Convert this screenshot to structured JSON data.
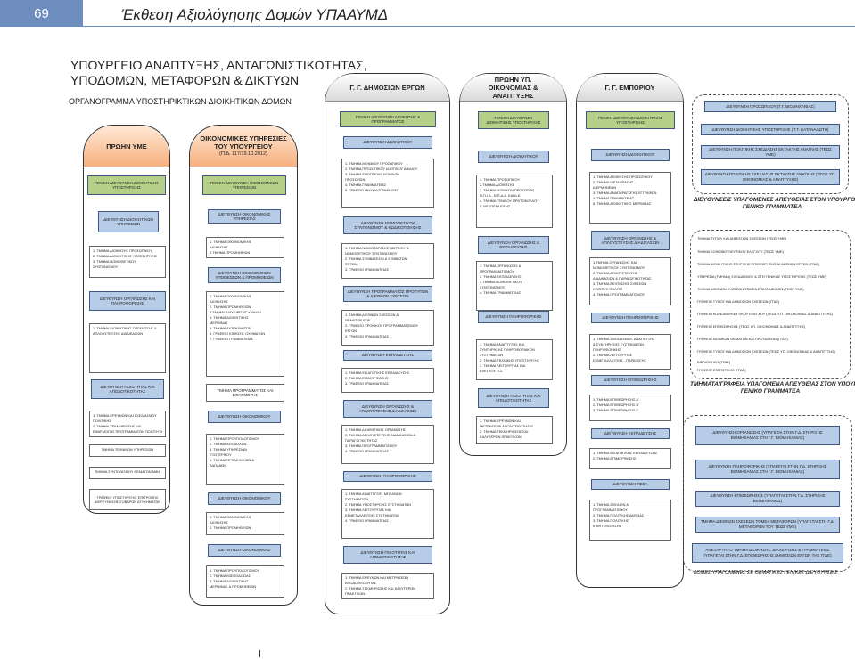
{
  "header": {
    "page_number": "69",
    "document_title": "Έκθεση Αξιολόγησης Δομών ΥΠΑΑΥΜΔ"
  },
  "ministry_title": [
    "ΥΠΟΥΡΓΕΙΟ ΑΝΑΠΤΥΞΗΣ, ΑΝΤΑΓΩΝΙΣΤΙΚΟΤΗΤΑΣ,",
    "ΥΠΟΔΟΜΩΝ, ΜΕΤΑΦΟΡΩΝ & ΔΙΚΤΥΩΝ"
  ],
  "chart_subtitle": "ΟΡΓΑΝΟΓΡΑΜΜΑ ΥΠΟΣΤΗΡΙΚΤΙΚΩΝ ΔΙΟΙΚΗΤΙΚΩΝ ΔΟΜΩΝ",
  "columns": {
    "col1": {
      "title": "ΠΡΩΗΝ ΥΜΕ",
      "gd": "ΓΕΝΙΚΗ ΔΙΕΥΘΥΝΣΗ ΔΙΟΙΚΗΤΙΚΗΣ ΥΠΟΣΤΗΡΙΞΗΣ",
      "d1": "ΔΙΕΥΘΥΝΣΗ ΔΙΟΙΚΗΤΙΚΩΝ ΥΠΗΡΕΣΙΩΝ",
      "d1_items": [
        "1. ΤΜΗΜΑ ΔΙΟΙΚΗΣΗΣ ΠΡΟΣΩΠΙΚΟΥ",
        "2. ΤΜΗΜΑ ΔΙΟΙΚΗΤΙΚΗΣ ΥΠΟΣΤΗΡΙΞΗΣ",
        "3. ΤΜΗΜΑ ΝΟΜΟΘΕΤΙΚΟΥ",
        "ΣΥΝΤΟΝΙΣΜΟΥ"
      ],
      "d2": "ΔΙΕΥΘΥΝΣΗ ΟΡΓΑΝΩΣΗΣ ΚΑΙ ΠΛΗΡΟΦΟΡΙΚΗΣ",
      "d2_items": [
        "1. ΤΜΗΜΑ ΔΙΟΙΚΗΤΙΚΗΣ ΟΡΓΑΝΩΣΗΣ &",
        "ΑΠΛΟΥΣΤΕΥΣΗΣ ΔΙΑΔΙΚΑΣΙΩΝ"
      ],
      "d3": "ΔΙΕΥΘΥΝΣΗ ΠΟΙΟΤΗΤΑΣ ΚΑΙ ΑΠΟΔΟΤΙΚΟΤΗΤΑΣ",
      "d3_items": [
        "1. ΤΜΗΜΑ ΕΡΕΥΝΩΝ ΚΑΙ ΣΧΕΔΙΑΣΜΟΥ",
        "ΠΟΛΙΤΙΚΗΣ",
        "2. ΤΜΗΜΑ ΤΕΚΜΗΡΙΩΣΗΣ ΚΑΙ",
        "ΕΦΑΡΜΟΓΗΣ ΠΡΟΓΡΑΜΜΑΤΩΝ ΠΟΙΟΤΗΤΑΣ"
      ],
      "u1": "ΤΜΗΜΑ ΤΕΧΝΙΚΩΝ ΥΠΗΡΕΣΙΩΝ",
      "u2": "ΤΜΗΜΑ ΣΥΝΤΟΝΙΣΜΟΥ ΘΕΜΑΤΩΝ ΑΜΙΑ",
      "u3": "ΓΡΑΦΕΙΟ ΥΠΟΣΤΗΡΙΞΗΣ ΕΠΙΤΡΟΠΗΣ ΔΙΕΡΕΥΝΗΣΗΣ ΣΟΒΑΡΩΝ ΑΤΥΧΗΜΑΤΩΝ"
    },
    "col2": {
      "title": "ΟΙΚΟΝΟΜΙΚΕΣ ΥΠΗΡΕΣΙΕΣ ΤΟΥ ΥΠΟΥΡΓΕΙΟΥ",
      "title_sub": "(Π.Δ. 117/19.10.2012)",
      "gd": "ΓΕΝΙΚΗ ΔΙΕΥΘΥΝΣΗ ΟΙΚΟΝΟΜΙΚΩΝ ΥΠΗΡΕΣΙΩΝ",
      "d1": "ΔΙΕΥΘΥΝΣΗ ΟΙΚΟΝΟΜΙΚΗΣ ΥΠΗΡΕΣΙΑΣ",
      "d1_items": [
        "1. ΤΜΗΜΑ ΟΙΚΟΝΟΜΙΚΗΣ",
        "ΔΙΟΙΚΗΣΗΣ",
        "2.ΤΜΗΜΑ ΠΡΟΜΗΘΕΙΩΝ"
      ],
      "d2": "ΔΙΕΥΘΥΝΣΗ ΟΙΚΟΝΟΜΙΚΩΝ ΥΠΟΘΕΣΕΩΝ & ΠΡΟΜΗΘΕΙΩΝ",
      "d2_items": [
        "1. ΤΜΗΜΑ ΟΙΚΟΝΟΜΙΚΗΣ",
        "ΔΙΟΙΚΗΣΗΣ",
        "2. ΤΜΗΜΑ ΠΡΟΜΗΘΕΙΩΝ",
        "3.ΤΜΗΜΑ ΔΙΑΧΕΙΡΙΣΗΣ ΧΛΙΚΩΝ",
        "4. ΤΜΗΜΑ ΔΙΟΙΚΗΤΙΚΗΣ",
        "ΜΕΡΙΜΝΑΣ",
        "5. ΤΜΗΜΑ ΑΥΤΟΚΙΝΗΤΩΝ",
        "6. ΓΡΑΦΕΙΟ ΚΙΝΗΣΗΣ ΟΧΗΜΑΤΩΝ",
        "7. ΓΡΑΦΕΙΟ ΓΡΑΜΜΑΤΕΙΑΣ"
      ],
      "u1": "ΤΜΗΜΑ ΠΡΟΓΡΑΜΜΑΤΟΣ ΚΑΙ ΕΦΑΡΜΟΓΗΣ",
      "d3": "ΔΙΕΥΘΥΝΣΗ ΟΙΚΟΝΟΜΙΚΟΥ",
      "d3_items": [
        "1. ΤΜΗΜΑ ΠΡΟΥΠΟΛΟΓΙΣΜΟΥ",
        "2. ΤΜΗΜΑ ΑΠΟΔΟΧΩΝ",
        "3. ΤΜΗΜΑ ΥΠΗΡΕΣΙΩΝ",
        "ΕΞΩΤΕΡΙΚΟΥ",
        "4. ΤΜΗΜΑ ΠΡΟΜΗΘΕΙΩΝ &",
        "ΔΑΠΑΝΩΝ"
      ],
      "d4": "ΔΙΕΥΘΥΝΣΗ ΟΙΚΟΝΟΜΙΚΟΥ",
      "d4_items": [
        "1. ΤΜΗΜΑ ΟΙΚΟΝΟΜΙΚΗΣ",
        "ΔΙΟΙΚΗΣΗΣ",
        "2. ΤΜΗΜΑ ΠΡΟΜΗΘΕΙΩΝ"
      ],
      "d5": "ΔΙΕΥΘΥΝΣΗ ΟΙΚΟΝΟΜΙΚΗΣ",
      "d5_items": [
        "1. ΤΜΗΜΑ ΠΡΟΥΠΟΛΟΓΙΣΜΟΥ",
        "2. ΤΜΗΜΑ ΜΙΣΘΟΔΟΣΙΑΣ",
        "3. ΤΜΗΜΑ ΔΙΟΙΚΗΤΙΚΗΣ",
        "ΜΕΡΙΜΝΑΣ & ΠΡΟΜΗΘΕΙΩΝ"
      ]
    },
    "col3": {
      "title": "Γ. Γ. ΔΗΜΟΣΙΩΝ ΕΡΓΩΝ",
      "gd": "ΓΕΝΙΚΗ ΔΙΕΥΘΥΝΣΗ ΔΙΟΙΚΗΣΗΣ & ΠΡΟΓΡΑΜΜΑΤΟΣ",
      "d1": "ΔΙΕΥΘΥΝΣΗ ΔΙΟΙΚΗΤΙΚΟΥ",
      "d1_items": [
        "1. ΤΜΗΜΑ ΜΟΝΙΜΟΥ ΠΡΟΣΩΠΙΚΟΥ",
        "2. ΤΜΗΜΑ ΠΡΟΣΩΠΙΚΟΥ ΙΔΙΩΤΙΚΟΥ ΔΙΚΑΙΟΥ",
        "3. ΤΜΗΜΑ ΕΠΟΠΤΕΙΑΣ ΝΟΜΙΚΩΝ",
        "ΠΡΟΣΩΠΩΝ",
        "4. ΤΜΗΜΑ ΓΡΑΜΜΑΤΕΙΑΣ",
        "5. ΓΡΑΦΕΙΟ ΜΗΧΑΝΟΓΡΑΦΗΣΗΣ"
      ],
      "d2": "ΔΙΕΥΘΥΝΣΗ ΝΟΜΟΘΕΤΙΚΟΥ ΣΥΝΤΟΝΙΣΜΟΥ & ΚΩΔΙΚΟΠΟΙΗΣΗΣ",
      "d2_items": [
        "1. ΤΜΗΜΑ ΝΟΜΟΠΑΡΑΣΚΕΥΑΣΤΙΚΟΥ &",
        "ΝΟΜΟΘΕΤΙΚΟΥ ΣΥΝΤΟΝΙΣΜΟΥ",
        "2. ΤΜΗΜΑ ΣΥΜΒΑΣΕΩΝ & ΣΥΜΒΑΤΩΝ",
        "ΈΡΓΩΝ",
        "3. ΓΡΑΦΕΙΟ ΓΡΑΜΜΑΤΕΙΑΣ"
      ],
      "d3": "ΔΙΕΥΘΥΝΣΗ ΠΡΟΓΡΑΜΜΑΤΟΣ ΠΡΟΤΥΠΩΝ & ΔΙΕΘΝΩΝ ΣΧΕΣΕΩΝ",
      "d3_items": [
        "1. ΤΜΗΜΑ ΔΙΕΘΝΩΝ ΣΧΕΣΕΩΝ &",
        "ΘΕΜΑΤΩΝ ΕΟΚ",
        "2. ΓΡΑΦΕΙΟ ΧΡΟΝΙΚΟΥ ΠΡΟΓΡΑΜΜΑΤΙΣΜΟΥ",
        "ΕΡΓΩΝ",
        "3. ΓΡΑΦΕΙΟ ΓΡΑΜΜΑΤΕΙΑΣ"
      ],
      "d4": "ΔΙΕΥΘΥΝΣΗ ΕΚΠΑΙΔΕΥΣΗΣ",
      "d4_items": [
        "1. ΤΜΗΜΑ ΕΙΣΑΓΩΓΙΚΗΣ ΕΚΠΑΙΔΕΥΣΗΣ",
        "2. ΤΜΗΜΑ ΕΠΙΜΟΡΦΩΣΗΣ",
        "3. ΓΡΑΦΕΙΟ ΓΡΑΜΜΑΤΕΙΑΣ"
      ],
      "d5": "ΔΙΕΥΘΥΝΣΗ ΟΡΓΑΝΩΣΗΣ & ΑΠΛΟΥΣΤΕΥΣΗΣ ΔΙΑΔΙΚΑΣΙΩΝ",
      "d5_items": [
        "1. ΤΜΗΜΑ ΔΙΟΙΚΗΤΙΚΗΣ ΟΡΓΑΝΩΣΗΣ",
        "2. ΤΜΗΜΑ ΑΠΛΟΥΣΤΕΥΣΗΣ ΔΙΑΔΙΚΑΣΙΩΝ &",
        "ΠΑΡΑΓΩΓΙΚΟΤΗΤΑΣ",
        "3. ΤΜΗΜΑ ΠΡΟΓΡΑΜΜΑΤΙΣΜΟΥ",
        "4. ΓΡΑΦΕΙΟ ΓΡΑΜΜΑΤΕΙΑΣ"
      ],
      "d6": "ΔΙΕΥΘΥΝΣΗ ΠΛΗΡΟΦΟΡΙΚΗΣ",
      "d6_items": [
        "1. ΤΜΗΜΑ ΑΝΑΠΤΥΞΗΣ ΜΗΧΑΝΩΝ",
        "ΣΥΣΤΗΜΑΤΩΝ",
        "2. ΤΜΗΜΑ ΥΠΟΣΤΗΡΙΞΗΣ ΣΥΣΤΗΜΑΤΩΝ",
        "3. ΤΜΗΜΑ ΛΕΙΤΟΥΡΓΙΑΣ ΚΑΙ",
        "ΕΚΜΕΤΑΛΛΕΥΣΗΣ ΣΥΣΤΗΜΑΤΩΝ",
        "4. ΓΡΑΦΕΙΟ ΓΡΑΜΜΑΤΕΙΑΣ"
      ],
      "d7": "ΔΙΕΥΘΥΝΣΗ ΠΟΙΟΤΗΤΑΣ ΚΑΙ ΑΠΟΔΟΤΙΚΟΤΗΤΑΣ",
      "d7_items": [
        "1. ΤΜΗΜΑ ΕΡΕΥΝΩΝ ΚΑΙ ΜΕΤΡΗΣΕΩΝ",
        "ΑΠΟΔΟΤΙΚΟΤΗΤΑΣ",
        "2. ΤΜΗΜΑ ΤΕΚΜΗΡΙΩΣΗΣ ΚΑΙ ΚΑΛΥΤΕΡΩΝ",
        "ΠΡΑΚΤΙΚΩΝ"
      ]
    },
    "col4": {
      "title": "ΠΡΩΗΝ ΥΠ. ΟΙΚΟΝΟΜΙΑΣ & ΑΝΑΠΤΥΞΗΣ",
      "gd": "ΓΕΝΙΚΗ ΔΙΕΥΘΥΝΣΗ ΔΙΟΙΚΗΤΙΚΗΣ ΥΠΟΣΤΗΡΙΞΗΣ",
      "d1": "ΔΙΕΥΘΥΝΣΗ ΔΙΟΙΚΗΤΙΚΟΥ",
      "d1_items": [
        "1. ΤΜΗΜΑ ΠΡΟΣΩΠΙΚΟΥ",
        "2.ΤΜΗΜΑ ΔΙΟΙΚΗΣΗΣ",
        "3. ΤΜΗΜΑ ΝΟΜΙΚΩΝ ΠΡΟΣΩΠΩΝ",
        "Ν.Π.Ι.Δ., Ν.Π.Δ.Δ. ΚΑΙ Δ.Ε.",
        "4. ΤΜΗΜΑ ΓΕΝΙΚΟΥ ΠΡΩΤΟΚΟΛΛΟΥ",
        "& ΔΙΕΚΠΕΡΑΙΩΣΗΣ"
      ],
      "d2": "ΔΙΕΥΘΥΝΣΗ ΟΡΓΑΝΩΣΗΣ & ΕΚΠΑΙΔΕΥΣΗΣ",
      "d2_items": [
        "1. ΤΜΗΜΑ ΟΡΓΑΝΩΣΗΣ &",
        "ΠΡΟΓΡΑΜΜΑΤΙΣΜΟΥ",
        "2. ΤΜΗΜΑ ΕΚΠΑΙΔΕΥΣΗΣ",
        "3.ΤΜΗΜΑ ΝΟΜΟΘΕΤΙΚΟΥ",
        "ΣΥΝΤΟΝΙΣΜΟΥ",
        "4. ΤΜΗΜΑ ΓΡΑΜΜΑΤΕΙΑΣ"
      ],
      "d3": "ΔΙΕΥΘΥΝΣΗ ΠΛΗΡΟΦΟΡΙΚΗΣ",
      "d3_items": [
        "1. ΤΜΗΜΑ ΑΝΑΠΤΥΞΗΣ ΚΑΙ",
        "ΣΥΝΤΗΡΗΣΗΣ ΠΛΗΡΟΦΟΡΙΑΚΩΝ",
        "ΣΥΣΤΗΜΑΤΩΝ",
        "2. ΤΜΗΜΑ ΤΕΧΝΙΚΗΣ ΥΠΟΣΤΗΡΙΞΗΣ",
        "3. ΤΜΗΜΑ ΛΕΙΤΟΥΡΓΙΑΣ ΚΑΙ",
        "ΕΛΕΓΧΟΥ Π.Σ."
      ],
      "d4": "ΔΙΕΥΘΥΝΣΗ ΠΟΙΟΤΗΤΑΣ ΚΑΙ ΑΠΟΔΟΤΙΚΟΤΗΤΑΣ",
      "d4_items": [
        "1. ΤΜΗΜΑ ΕΡΕΥΝΩΝ ΚΑΙ",
        "ΜΕΤΡΗΣΕΩΝ ΑΠΟΔΟΤΙΚΟΤΗΤΑΣ",
        "2. ΤΜΗΜΑ ΤΕΚΜΗΡΙΩΣΗΣ ΚΑΙ",
        "ΚΑΛΥΤΕΡΩΝ ΠΡΑΚΤΙΚΩΝ"
      ]
    },
    "col5": {
      "title": "Γ. Γ. ΕΜΠΟΡΙΟΥ",
      "gd": "ΓΕΝΙΚΗ ΔΙΕΥΘΥΝΣΗ ΔΙΟΙΚΗΤΙΚΗΣ ΥΠΟΣΤΗΡΙΞΗΣ",
      "d1": "ΔΙΕΥΘΥΝΣΗ ΔΙΟΙΚΗΤΙΚΟΥ",
      "d1_items": [
        "1. ΤΜΗΜΑ ΔΙΟΙΚΗΣΗΣ ΠΡΟΣΩΠΙΚΟΥ",
        "2. ΤΜΗΜΑ ΜΕΤΑΦΡΑΣΗΣ -",
        "ΔΙΕΡΜΗΝΕΩΝ",
        "3. ΤΜΗΜΑ ΑΝΑΠΑΡΑΓΩΓΗΣ ΕΓΓΡΑΦΩΝ",
        "4. ΤΜΗΜΑ ΓΡΑΜΜΑΤΕΙΑΣ",
        "5. ΤΜΗΜΑ ΔΙΟΙΚΗΤΙΚΗΣ ΜΕΡΙΜΝΑΣ"
      ],
      "d2": "ΔΙΕΥΘΥΝΣΗ ΟΡΓΑΝΩΣΗΣ & ΑΠΛΟΥΣΤΕΥΣΗΣ ΔΙΑΔΙΚΑΣΙΩΝ",
      "d2_items": [
        "1.ΤΜΗΜΑ ΟΡΓΑΝΩΣΗΣ ΚΑΙ",
        "ΝΟΜΟΘΕΤΙΚΟΥ ΣΥΝΤΟΝΙΣΜΟΥ",
        "2. ΤΜΗΜΑ ΑΠΛΟΥΣΤΕΥΣΗΣ",
        "ΔΙΑΔΙΚΑΣΙΩΝ & ΠΑΡΑΓΩΓΙΚΟΤΗΤΑΣ",
        "3. ΤΜΗΜΑ ΒΕΛΤΙΩΣΗΣ ΣΧΕΣΕΩΝ",
        "ΚΡΑΤΟΥΣ ΠΟΛΙΤΗ",
        "4. ΤΜΗΜΑ ΠΡΟΓΡΑΜΜΑΤΙΣΜΟΥ"
      ],
      "d3": "ΔΙΕΥΘΥΝΣΗ ΠΛΗΡΟΦΟΡΙΚΗΣ",
      "d3_items": [
        "1. ΤΜΗΜΑ ΣΧΕΔΙΑΣΜΟΥ, ΑΝΑΠΤΥΞΗΣ",
        "& ΣΥΝΤΗΡΗΣΗΣ ΣΥΣΤΗΜΑΤΩΝ",
        "ΠΛΗΡΟΦΟΡΙΚΗΣ",
        "2. ΤΜΗΜΑ ΛΕΙΤΟΥΡΓΙΑΣ",
        "ΕΚΜΕΤΑΛΛΕΥΣΗΣ - ΠΑΡΑΓΩΓΗΣ"
      ],
      "d4": "ΔΙΕΥΘΥΝΣΗ ΕΠΙΘΕΩΡΗΣΗΣ",
      "d4_items": [
        "1. ΤΜΗΜΑ ΕΠΙΘΕΩΡΗΣΗΣ Α'",
        "2. ΤΜΗΜΑ ΕΠΙΘΕΩΡΗΣΗΣ Β'",
        "3. ΤΜΗΜΑ ΕΠΙΘΕΩΡΗΣΗΣ Γ'"
      ],
      "d5": "ΔΙΕΥΘΥΝΣΗ ΕΚΠΑΙΔΕΥΣΗΣ",
      "d5_items": [
        "1. ΤΜΗΜΑ ΕΙΣΑΓΩΓΙΚΗΣ ΕΚΠΑΙΔΕΥΣΗΣ",
        "2. ΤΜΗΜΑ ΕΠΙΜΟΡΦΩΣΗΣ"
      ],
      "d6": "ΔΙΕΥΘΥΝΣΗ ΠΣΕΑ",
      "d6_items": [
        "1. ΤΜΗΜΑ ΣΧΕΔΙΩΝ &",
        "ΠΡΟΓΡΑΜΜΑΤΙΣΜΟΥ",
        "2. ΤΜΗΜΑ ΠΟΛΙΤΙΚΗΣ ΑΜΥΝΑΣ",
        "3. ΤΜΗΜΑ ΠΟΛΙΤΙΚΗΣ",
        "ΚΙΝΗΤΟΠΟΙΗΣΗΣ"
      ]
    }
  },
  "right": {
    "box1": [
      "ΔΙΕΥΘΥΝΣΗ ΠΡΟΣΩΠΙΚΟΥ (Γ.Γ. ΒΙΟΜΗΧΑΝΙΑΣ)",
      "ΔΙΕΥΘΥΝΣΗ ΔΙΟΙΚΗΤΙΚΗΣ ΥΠΟΣΤΗΡΙΞΗΣ ( Γ.Γ. ΚΑΤΑΝΑΛΩΤΗ)",
      "ΔΙΕΥΘΥΝΣΗ ΠΟΛΙΤΙΚΗΣ ΣΧΕΔΙΑΣΗΣ ΕΚΤΑΚΤΗΣ ΑΝΑΓΚΗΣ (ΤΕΩΣ ΥΜΕ)",
      "ΔΙΕΥΘΥΝΣΗ ΠΟΛΙΤΙΚΗΣ ΣΧΕΔΙΑΣΗΣ ΕΚΤΑΚΤΗΣ ΑΝΑΓΚΗΣ (ΤΕΩΣ ΥΠ. ΟΙΚΟΝΟΜΙΑΣ & ΑΝΑΠΤΥΞΗΣ)"
    ],
    "caption1": [
      "ΔΙΕΥΘΥΝΣΕΙΣ ΥΠΑΓΟΜΕΝΕΣ ΑΠΕΥΘΕΙΑΣ ΣΤΟΝ ΥΠΟΥΡΓΟ ή",
      "ΓΕΝΙΚΟ ΓΡΑΜΜΑΤΕΑ"
    ],
    "list2": [
      "ΤΜΗΜΑ ΤΥΠΟΥ ΚΑΙ ΔΗΜΟΣΙΩΝ ΣΧΕΣΕΩΝ (ΤΕΩΣ ΥΜΕ)",
      "ΤΜΗΜΑ ΚΟΙΝΟΒΟΥΛΕΥΤΙΚΟΥ ΕΛΕΓΧΟΥ (ΤΕΩΣ ΥΜΕ)",
      "ΤΜΗΜΑ ΔΙΟΙΚΗΤΙΚΗΣ ΣΤΗΡΙΞΗΣ ΕΠΙΘΕΩΡΗΣΗΣ ΔΗΜΟΣΙΩΝ ΕΡΓΩΝ (ΓΓΔΕ)",
      "ΥΠΗΡΕΣΙΑ (ΤΜΗΜΑ) ΣΧΕΔΙΑΣΜΟΥ & ΣΤΗ ΓΕΝΙΚΗΣ ΥΠΟΣΤΗΡΙΞΗΣ (ΤΕΩΣ ΥΜΕ)",
      "ΤΜΗΜΑ ΔΙΕΘΝΩΝ ΣΧΕΣΕΩΝ ΤΟΜΕΑ ΕΠΙΚΟΙΝΩΝΙΩΝ (ΤΕΩΣ ΥΜΕ)",
      "ΓΡΑΦΕΙΟ ΤΥΠΟΥ ΚΑΙ ΔΗΜΟΣΙΩΝ ΣΧΕΣΕΩΝ (ΓΓΔΕ)",
      "ΓΡΑΦΕΙΟ ΚΟΙΝΟΒΟΥΛΕΥΤΙΚΟΥ ΕΛΕΓΧΟΥ (ΤΕΩΣ Υ.Π. ΟΙΚΟΝΟΜΙΑΣ & ΑΝΑΠΤΥΞΗΣ)",
      "ΓΡΑΦΕΙΟ ΕΠΙΘΕΩΡΗΣΗΣ (ΤΕΩΣ ΥΠ. ΟΙΚΟΝΟΜΙΑΣ & ΑΝΑΠΤΥΞΗΣ)",
      "ΓΡΑΦΕΙΟ ΝΟΜΙΚΩΝ ΘΕΜΑΤΩΝ ΚΑΙ ΠΡΟΤΑΣΕΩΝ (ΓΓΔΕ)",
      "ΓΡΑΦΕΙΟ ΤΥΠΟΥ ΚΑΙ ΔΗΜΟΣΙΩΝ ΣΧΕΣΕΩΝ (ΤΕΩΣ ΥΠ. ΟΙΚΟΝΟΜΙΑΣ & ΑΝΑΠΤΥΞΗΣ)",
      "ΒΙΒΛΙΟΘΗΚΗ (ΓΓΔΕ)",
      "ΓΡΑΦΕΙΟ ΣΤΑΤΙΣΤΙΚΗΣ (ΓΓΔΕ)"
    ],
    "caption2": [
      "ΤΜΗΜΑΤΑ/ΓΡΑΦΕΙΑ ΥΠΑΓΟΜΕΝΑ ΑΠΕΥΘΕΙΑΣ ΣΤΟΝ ΥΠΟΥΡΓΟ ή",
      "ΓΕΝΙΚΟ ΓΡΑΜΜΑΤΕΑ"
    ],
    "box3": [
      "ΔΙΕΥΘΥΝΣΗ ΟΡΓΑΝΩΣΗΣ (ΥΠΑΓΕΤΑΙ ΣΤΗΝ Γ.Δ. ΣΤΗΡΙΞΗΣ ΒΙΟΜΗΧΑΝΙΑΣ ΣΤΗ Γ.Γ. ΒΙΟΜΗΧΑΝΙΑΣ)",
      "ΔΙΕΥΘΥΝΣΗ ΠΛΗΡΟΦΟΡΙΚΗΣ (ΥΠΑΓΕΤΑΙ ΣΤΗΝ Γ.Δ. ΣΤΗΡΙΞΗΣ ΒΙΟΜΗΧΑΝΙΑΣ ΣΤΗ Γ.Γ. ΒΙΟΜΗΧΑΝΙΑΣ)",
      "ΔΙΕΥΘΥΝΣΗ ΕΠΙΘΕΩΡΗΣΗΣ (ΥΠΑΓΕΤΑΙ ΣΤΗΝ Γ.Δ. ΣΤΗΡΙΞΗΣ ΒΙΟΜΗΧΑΝΙΑΣ)",
      "ΤΜΗΜΑ ΔΙΕΘΝΩΝ ΣΧΕΣΕΩΝ ΤΟΜΕΑ ΜΕΤΑΦΟΡΩΝ (ΥΠΑΓΕΤΑΙ ΣΤΗ Γ.Δ. ΜΕΤΑΦΟΡΩΝ ΤΟΥ ΤΕΩΣ ΥΜΕ)",
      "ΑΝΕΞΑΡΤΗΤΟ ΤΜΗΜΑ ΔΙΟΙΚΗΣΗΣ, ΔΙΑΧΕΙΡΙΣΗΣ & ΓΡΑΜΜΑΤΕΙΑΣ (ΥΠΑΓΕΤΑΙ ΣΤΗΝ Γ.Δ. ΕΠΙΘΕΩΡΗΣΗΣ ΔΗΜΟΣΙΩΝ ΕΡΓΩΝ ΤΗΣ ΓΓΔΕ)"
    ],
    "caption3": "ΔΟΜΕΣ ΥΠΑΓΟΜΕΝΕΣ ΣΕ ΘΕΜΑΤΙΚΕΣ ΓΕΝΙΚΕΣ ΔΙΕΥΘΥΝΣΕΙΣ"
  }
}
